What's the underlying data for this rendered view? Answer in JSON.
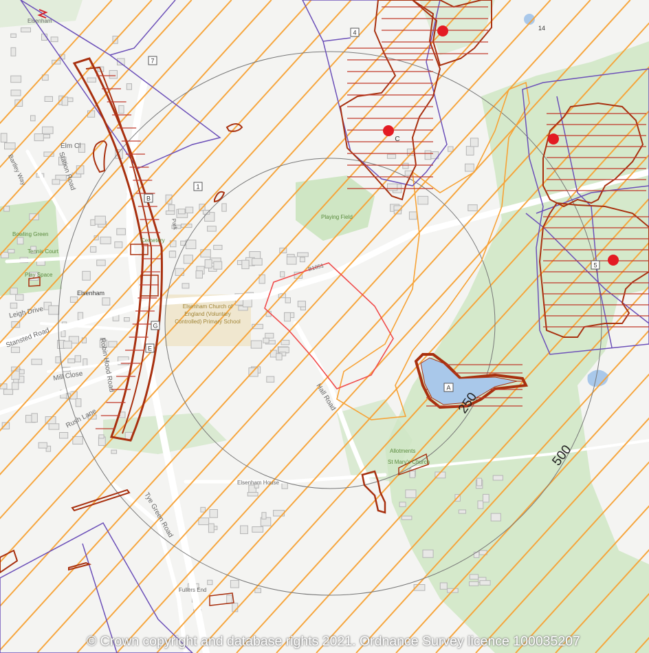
{
  "map": {
    "copyright": "© Crown copyright and database rights 2021. Ordnance Survey licence 100035207",
    "buffer_labels": {
      "inner": "250",
      "outer": "500"
    },
    "feature_labels": {
      "box_1": "1",
      "box_4": "4",
      "box_5": "5",
      "box_7": "7",
      "box_A": "A",
      "box_B": "B",
      "box_E": "E",
      "box_G": "G",
      "point_C": "C",
      "point_14": "14"
    },
    "place_labels": {
      "elsenham_station": "Elsenham",
      "elm_close": "Elm Cl",
      "station_road": "Station Road",
      "bartley_way": "Bartley Way",
      "bowling_green": "Bowling Green",
      "tennis_court": "Tennis Court",
      "play_space": "Play Space",
      "cemetery": "Cemetery",
      "elsenham": "Elsenham",
      "leigh_drive": "Leigh Drive",
      "stansted_road": "Stansted Road",
      "mill_close": "Mill Close",
      "robin_hood_road": "Robin Hood Road",
      "rush_lane": "Rush Lane",
      "tye_green_road": "Tye Green Road",
      "hall_road": "Hall Road",
      "b1051": "B1051",
      "playing_field": "Playing Field",
      "school": [
        "Elsenham Church of",
        "England (Voluntary",
        "Controlled) Primary School"
      ],
      "park": "Park",
      "allotments": "Allotments",
      "church": "St Mary's Church",
      "elsenham_house": "Elsenham House",
      "fullers_end": "Fullers End"
    },
    "colors": {
      "background": "#f4f4f2",
      "green": "#cfe6c4",
      "hatch_orange": "#f7a235",
      "boundary_purple": "#6b4fb8",
      "feature_brown": "#a8300f",
      "red_point": "#e31b23",
      "site_red": "#f04a4a",
      "water": "#a9c8ea",
      "buffer": "#777777"
    }
  }
}
